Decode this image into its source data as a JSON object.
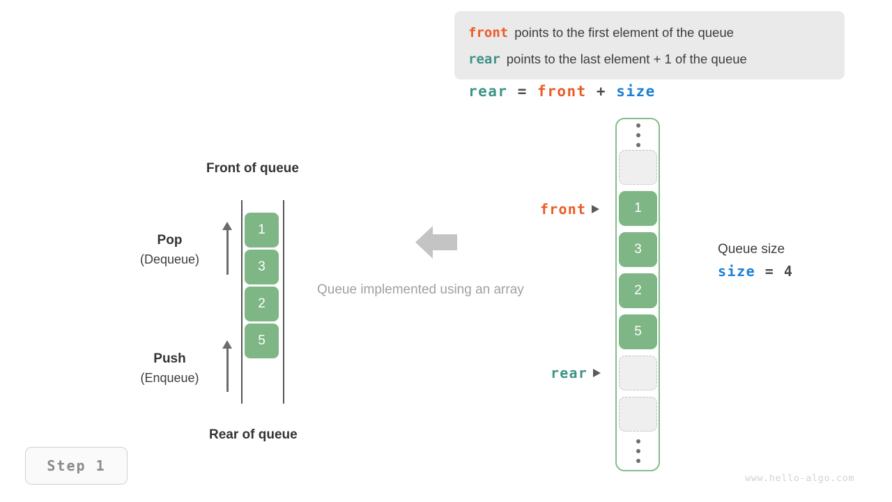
{
  "legend": {
    "lines": [
      {
        "keyword": "front",
        "keyword_color": "#ec5b24",
        "text": "points to the first element of the queue"
      },
      {
        "keyword": "rear",
        "keyword_color": "#3d9387",
        "text": "points to the last element + 1 of the queue"
      }
    ],
    "background": "#eaeaea"
  },
  "formula": {
    "lhs": "rear",
    "eq": "=",
    "rhs1": "front",
    "plus": "+",
    "rhs2": "size"
  },
  "left_queue": {
    "top_label": "Front of queue",
    "bottom_label": "Rear of queue",
    "cells": [
      "1",
      "3",
      "2",
      "5"
    ],
    "pop": {
      "title": "Pop",
      "subtitle": "(Dequeue)",
      "arrow": "up-arrow-icon"
    },
    "push": {
      "title": "Push",
      "subtitle": "(Enqueue)",
      "arrow": "up-arrow-icon"
    }
  },
  "middle": {
    "arrow_icon": "left-arrow-icon",
    "caption": "Queue implemented using an array"
  },
  "array": {
    "slots": [
      {
        "type": "dots"
      },
      {
        "type": "empty",
        "value": ""
      },
      {
        "type": "filled",
        "value": "1"
      },
      {
        "type": "filled",
        "value": "3"
      },
      {
        "type": "filled",
        "value": "2"
      },
      {
        "type": "filled",
        "value": "5"
      },
      {
        "type": "empty",
        "value": ""
      },
      {
        "type": "empty",
        "value": ""
      },
      {
        "type": "dots"
      }
    ],
    "pointers": [
      {
        "name": "front",
        "label": "front",
        "color": "#ec5b24"
      },
      {
        "name": "rear",
        "label": "rear",
        "color": "#3d9387"
      }
    ],
    "border_color": "#82bd88",
    "filled_color": "#7fb686"
  },
  "queue_size": {
    "title": "Queue size",
    "var": "size",
    "eq": "=",
    "value": "4"
  },
  "step_badge": {
    "label": "Step 1"
  },
  "watermark": {
    "text": "www.hello-algo.com"
  }
}
